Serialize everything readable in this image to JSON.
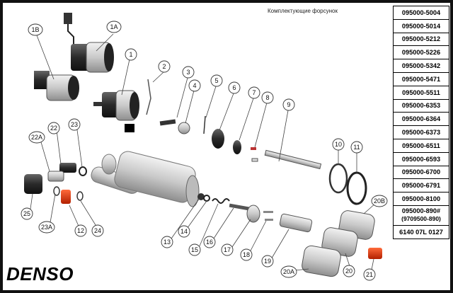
{
  "title": "Комплектующие форсунок",
  "brand": "DENSO",
  "part_numbers": [
    "095000-5004",
    "095000-5014",
    "095000-5212",
    "095000-5226",
    "095000-5342",
    "095000-5471",
    "095000-5511",
    "095000-6353",
    "095000-6364",
    "095000-6373",
    "095000-6511",
    "095000-6593",
    "095000-6700",
    "095000-6791",
    "095000-8100"
  ],
  "part_last_main": "095000-890#",
  "part_last_sub": "(9709500-890)",
  "part_footer": "6140 07L 0127",
  "callouts": [
    "1",
    "1A",
    "1B",
    "2",
    "3",
    "4",
    "5",
    "6",
    "7",
    "8",
    "9",
    "10",
    "11",
    "12",
    "13",
    "14",
    "15",
    "16",
    "17",
    "18",
    "19",
    "20",
    "20A",
    "20B",
    "21",
    "22",
    "22A",
    "23",
    "23A",
    "24",
    "25"
  ]
}
